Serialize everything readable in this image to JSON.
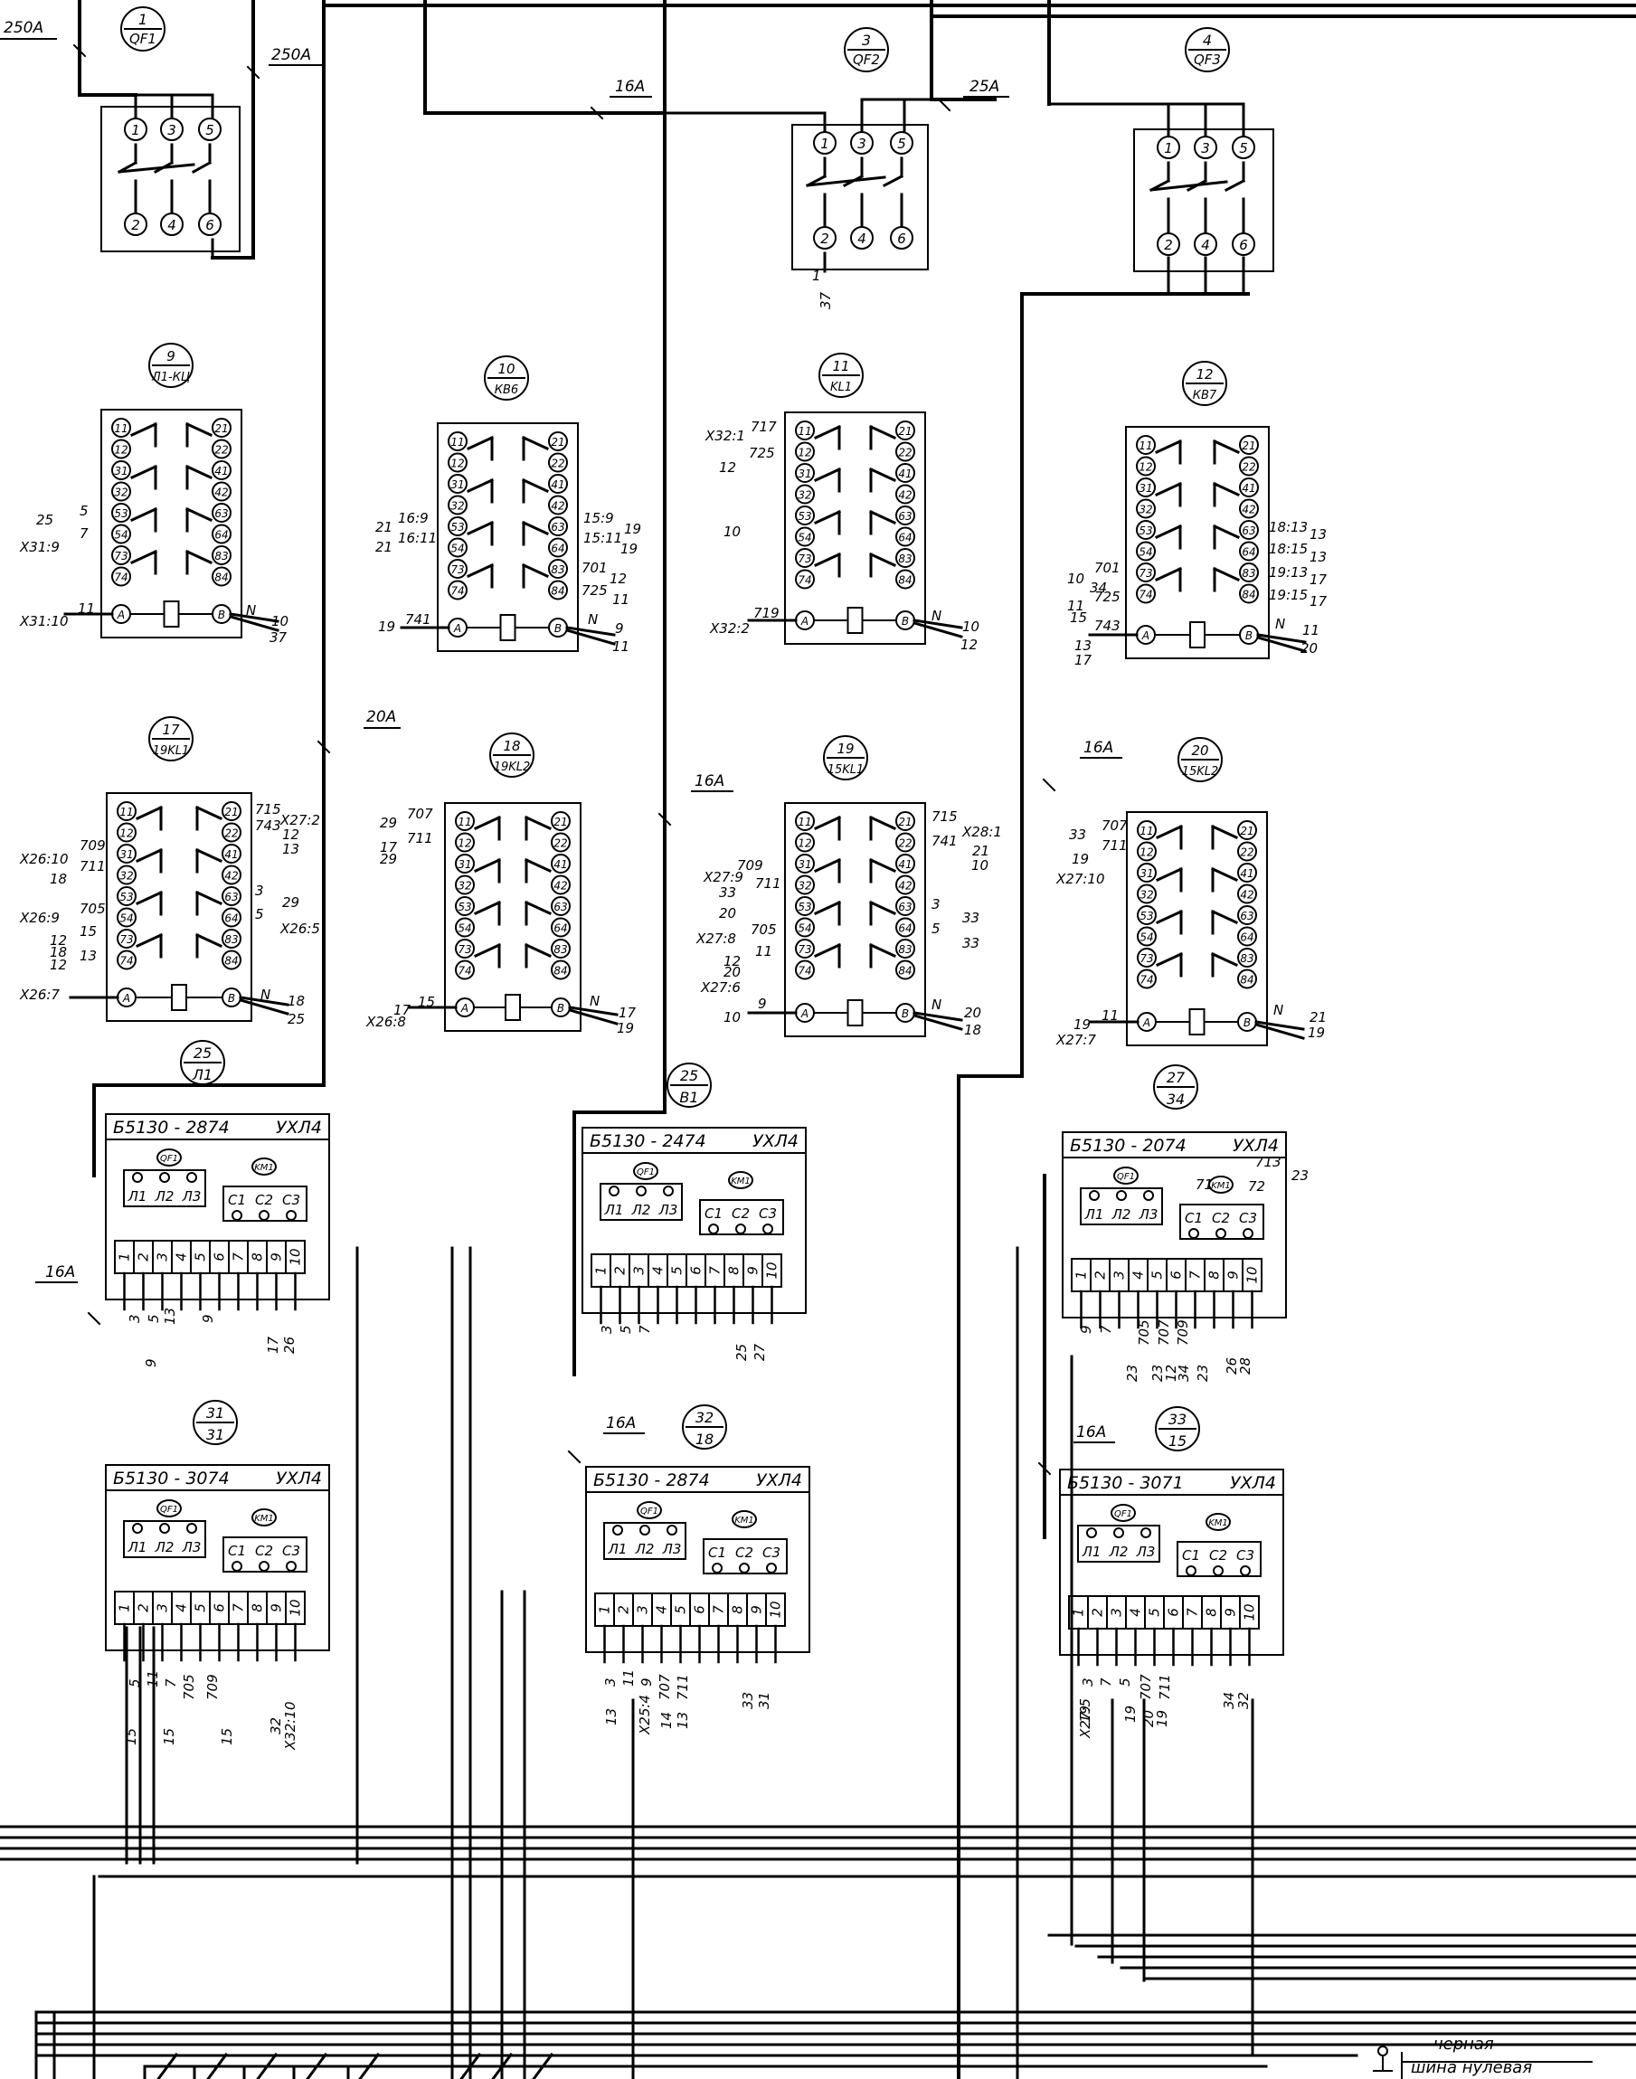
{
  "components": {
    "qf1": {
      "num": "1",
      "code": "QF1"
    },
    "qf2": {
      "num": "3",
      "code": "QF2"
    },
    "qf3": {
      "num": "4",
      "code": "QF3"
    },
    "r9": {
      "num": "9",
      "code": "Л1-КЦ"
    },
    "r10": {
      "num": "10",
      "code": "КВ6"
    },
    "r11": {
      "num": "11",
      "code": "KL1"
    },
    "r12": {
      "num": "12",
      "code": "КВ7"
    },
    "r17": {
      "num": "17",
      "code": "19KL1"
    },
    "r18": {
      "num": "18",
      "code": "19KL2"
    },
    "r19": {
      "num": "19",
      "code": "15KL1"
    },
    "r20": {
      "num": "20",
      "code": "15KL2"
    },
    "b25": {
      "num": "25",
      "code": "Л1"
    },
    "b26": {
      "num": "25",
      "code": "В1"
    },
    "b27": {
      "num": "27",
      "code": "34"
    },
    "b31": {
      "num": "31",
      "code": "31"
    },
    "b32": {
      "num": "32",
      "code": "18"
    },
    "b33": {
      "num": "33",
      "code": "15"
    }
  },
  "breaker_pins": {
    "top": [
      "1",
      "3",
      "5"
    ],
    "bottom": [
      "2",
      "4",
      "6"
    ]
  },
  "relay_pins": {
    "left": [
      "11",
      "12",
      "31",
      "32",
      "53",
      "54",
      "73",
      "74"
    ],
    "right": [
      "21",
      "22",
      "41",
      "42",
      "63",
      "64",
      "83",
      "84"
    ],
    "coil_left": "A",
    "coil_right": "B"
  },
  "ratings": {
    "a250_1": "250А",
    "a250_2": "250А",
    "a16_qf2": "16А",
    "a25_qf2": "25А",
    "a20": "20А",
    "a16_mid": "16А",
    "a16_right": "16А",
    "a16_b25": "16А",
    "a16_b32": "16А",
    "a16_b33": "16А"
  },
  "blocks": {
    "b25": {
      "model": "Б5130 - 2874",
      "climate": "УХЛ4"
    },
    "b26": {
      "model": "Б5130 - 2474",
      "climate": "УХЛ4"
    },
    "b27": {
      "model": "Б5130 - 2074",
      "climate": "УХЛ4"
    },
    "b31": {
      "model": "Б5130 - 3074",
      "climate": "УХЛ4"
    },
    "b32": {
      "model": "Б5130 - 2874",
      "climate": "УХЛ4"
    },
    "b33": {
      "model": "Б5130 - 3071",
      "climate": "УХЛ4"
    }
  },
  "block_parts": {
    "qf": "QF1",
    "km": "KM1",
    "l": [
      "Л1",
      "Л2",
      "Л3"
    ],
    "c": [
      "С1",
      "С2",
      "С3"
    ],
    "terminals": [
      "1",
      "2",
      "3",
      "4",
      "5",
      "6",
      "7",
      "8",
      "9",
      "10"
    ]
  },
  "wire_labels": {
    "qf2_out": [
      "1",
      "37"
    ],
    "r9": {
      "l1": "25",
      "l2": "5",
      "l3": "Х31:9",
      "l4": "7",
      "l5": "Х31:10",
      "l6": "11",
      "r1": "N",
      "r2": "10",
      "r3": "37"
    },
    "r10": {
      "l1": "21",
      "l2": "16:9",
      "l3": "21",
      "l4": "16:11",
      "l5": "19",
      "l6": "741",
      "r1": "15:9",
      "r2": "19",
      "r3": "15:11",
      "r4": "19",
      "r5": "701",
      "r6": "12",
      "r7": "725",
      "r8": "11",
      "r9": "N",
      "r10": "9",
      "r11": "11"
    },
    "r11": {
      "l1": "Х32:1",
      "l2": "717",
      "l3": "12",
      "l4": "725",
      "l5": "10",
      "l6": "Х32:2",
      "l7": "719",
      "r1": "N",
      "r2": "10",
      "r3": "12"
    },
    "r12": {
      "l1": "10",
      "l2": "701",
      "l3": "34",
      "l4": "11",
      "l5": "725",
      "l6": "15",
      "l7": "743",
      "l8": "13",
      "l9": "17",
      "r1": "18:13",
      "r2": "13",
      "r3": "18:15",
      "r4": "13",
      "r5": "19:13",
      "r6": "17",
      "r7": "19:15",
      "r8": "17",
      "r9": "N",
      "r10": "11",
      "r11": "20"
    },
    "r17": {
      "l1": "Х26:10",
      "l2": "709",
      "l3": "18",
      "l4": "711",
      "l5": "Х26:9",
      "l6": "705",
      "l7": "12",
      "l8": "15",
      "l9": "18",
      "l10": "13",
      "l11": "12",
      "l12": "Х26:7",
      "r1": "715",
      "r2": "Х27:2",
      "r3": "743",
      "r4": "12",
      "r5": "13",
      "r6": "3",
      "r7": "29",
      "r8": "5",
      "r9": "Х26:5",
      "r10": "N",
      "r11": "18",
      "r12": "25"
    },
    "r18": {
      "l1": "29",
      "l2": "707",
      "l3": "17",
      "l4": "711",
      "l5": "29",
      "l6": "Х26:8",
      "l7": "17",
      "l8": "15",
      "r1": "N",
      "r2": "17",
      "r3": "19"
    },
    "r19": {
      "l1": "Х27:9",
      "l2": "709",
      "l3": "33",
      "l4": "711",
      "l5": "20",
      "l6": "Х27:8",
      "l7": "705",
      "l8": "12",
      "l9": "11",
      "l10": "20",
      "l11": "Х27:6",
      "l12": "10",
      "l13": "9",
      "r1": "715",
      "r2": "Х28:1",
      "r3": "741",
      "r4": "21",
      "r5": "10",
      "r6": "3",
      "r7": "33",
      "r8": "5",
      "r9": "33",
      "r10": "N",
      "r11": "20",
      "r12": "18"
    },
    "r20": {
      "l1": "33",
      "l2": "707",
      "l3": "19",
      "l4": "711",
      "l5": "Х27:10",
      "l6": "19",
      "l7": "11",
      "l8": "Х27:7",
      "r1": "N",
      "r2": "21",
      "r3": "19"
    },
    "b25": {
      "t1": "3",
      "t2": "5",
      "t3": "13",
      "t4": "9",
      "t5": "9",
      "w1": "17",
      "w2": "26"
    },
    "b26": {
      "t1": "3",
      "t2": "5",
      "t3": "7",
      "w1": "25",
      "w2": "27"
    },
    "b27": {
      "n1": "71",
      "n2": "72",
      "n3": "713",
      "n4": "23",
      "t1": "9",
      "t2": "7",
      "t3": "705",
      "t4": "707",
      "t5": "709",
      "w1": "23",
      "w2": "23",
      "w3": "12",
      "w4": "34",
      "w5": "23",
      "w6": "26",
      "w7": "28"
    },
    "b31": {
      "t1": "5",
      "t2": "11",
      "t3": "7",
      "t4": "705",
      "t5": "709",
      "w1": "15",
      "w2": "15",
      "w3": "15",
      "w4": "32",
      "w5": "Х32:10"
    },
    "b32": {
      "t1": "3",
      "t2": "11",
      "t3": "9",
      "t4": "707",
      "t5": "711",
      "w1": "13",
      "w2": "Х25:4",
      "w3": "14",
      "w4": "13",
      "w5": "33",
      "w6": "31"
    },
    "b33": {
      "t1": "3",
      "t2": "7",
      "t3": "5",
      "t4": "707",
      "t5": "711",
      "w1": "19",
      "w2": "Х27:5",
      "w3": "19",
      "w4": "20",
      "w5": "19",
      "w6": "34",
      "w7": "32"
    }
  },
  "legend": {
    "line1": "черная",
    "line2": "шина нулевая"
  }
}
